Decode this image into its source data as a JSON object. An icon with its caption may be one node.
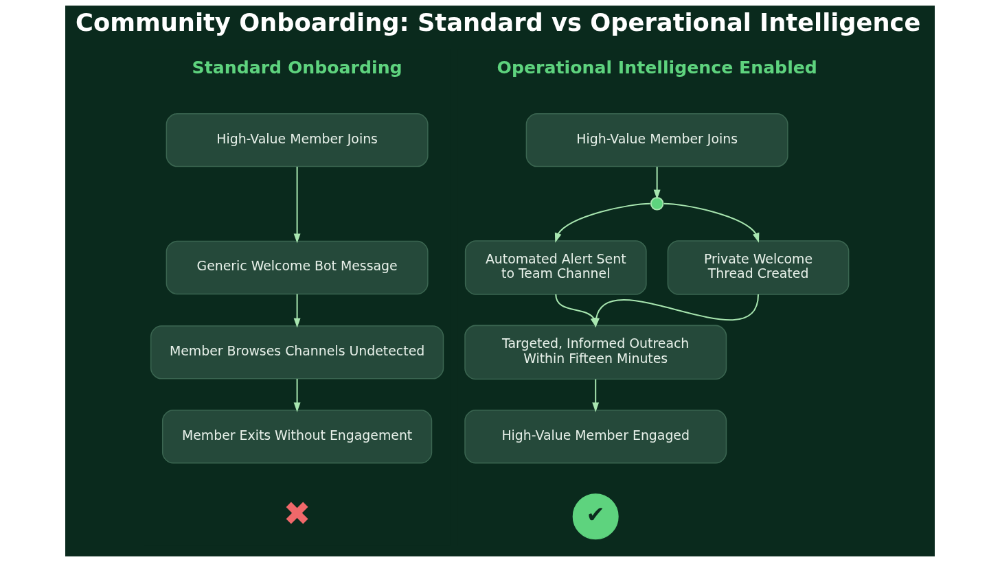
{
  "diagram": {
    "title": "Community Onboarding: Standard vs Operational Intelligence",
    "nodes": [
      {
        "text": [
          "High-Value Member Joins"
        ]
      },
      {
        "text": [
          "Generic Welcome Bot Message"
        ]
      },
      {
        "text": [
          "Member Browses Channels Undetected"
        ]
      },
      {
        "text": [
          "Member Exits Without Engagement"
        ]
      },
      {
        "text": [
          "✖"
        ]
      },
      {
        "text": [
          "High-Value Member Joins"
        ]
      },
      {
        "text": [],
        "shape": "circle"
      },
      {
        "text": [
          "Automated Alert Sent to Team Channel"
        ]
      },
      {
        "text": [
          "Private Welcome Thread Created"
        ]
      },
      {
        "text": [
          "Targeted, Informed Outreach Within Fifteen Minutes"
        ]
      },
      {
        "text": [
          "High-Value Member Engaged"
        ]
      },
      {
        "text": [
          "✔"
        ]
      }
    ],
    "edges": [
      {
        "from": 0,
        "to": 1,
        "arrow": "to"
      },
      {
        "from": 1,
        "to": 2,
        "arrow": "to"
      },
      {
        "from": 2,
        "to": 3,
        "arrow": "to"
      },
      {
        "from": 5,
        "to": 6,
        "arrow": "to"
      },
      {
        "from": 6,
        "to": 7,
        "arrow": "to"
      },
      {
        "from": 6,
        "to": 8,
        "arrow": "to"
      },
      {
        "from": 7,
        "to": 9,
        "arrow": "to"
      },
      {
        "from": 8,
        "to": 9,
        "arrow": "to"
      },
      {
        "from": 9,
        "to": 10,
        "arrow": "to"
      }
    ],
    "labels": [
      "Standard Onboarding",
      "Operational Intelligence Enabled"
    ]
  }
}
